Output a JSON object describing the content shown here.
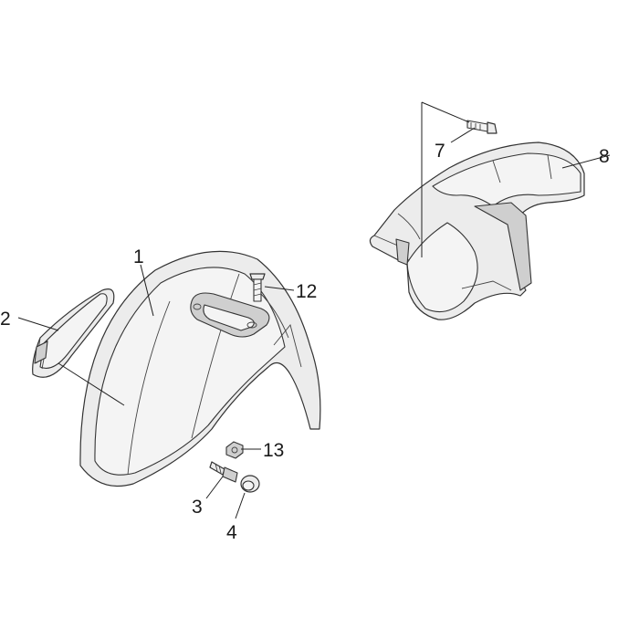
{
  "diagram": {
    "callouts": [
      {
        "id": "c1",
        "label": "1"
      },
      {
        "id": "c2",
        "label": "2"
      },
      {
        "id": "c3",
        "label": "3"
      },
      {
        "id": "c4",
        "label": "4"
      },
      {
        "id": "c7",
        "label": "7"
      },
      {
        "id": "c8",
        "label": "8"
      },
      {
        "id": "c12",
        "label": "12"
      },
      {
        "id": "c13",
        "label": "13"
      }
    ]
  }
}
